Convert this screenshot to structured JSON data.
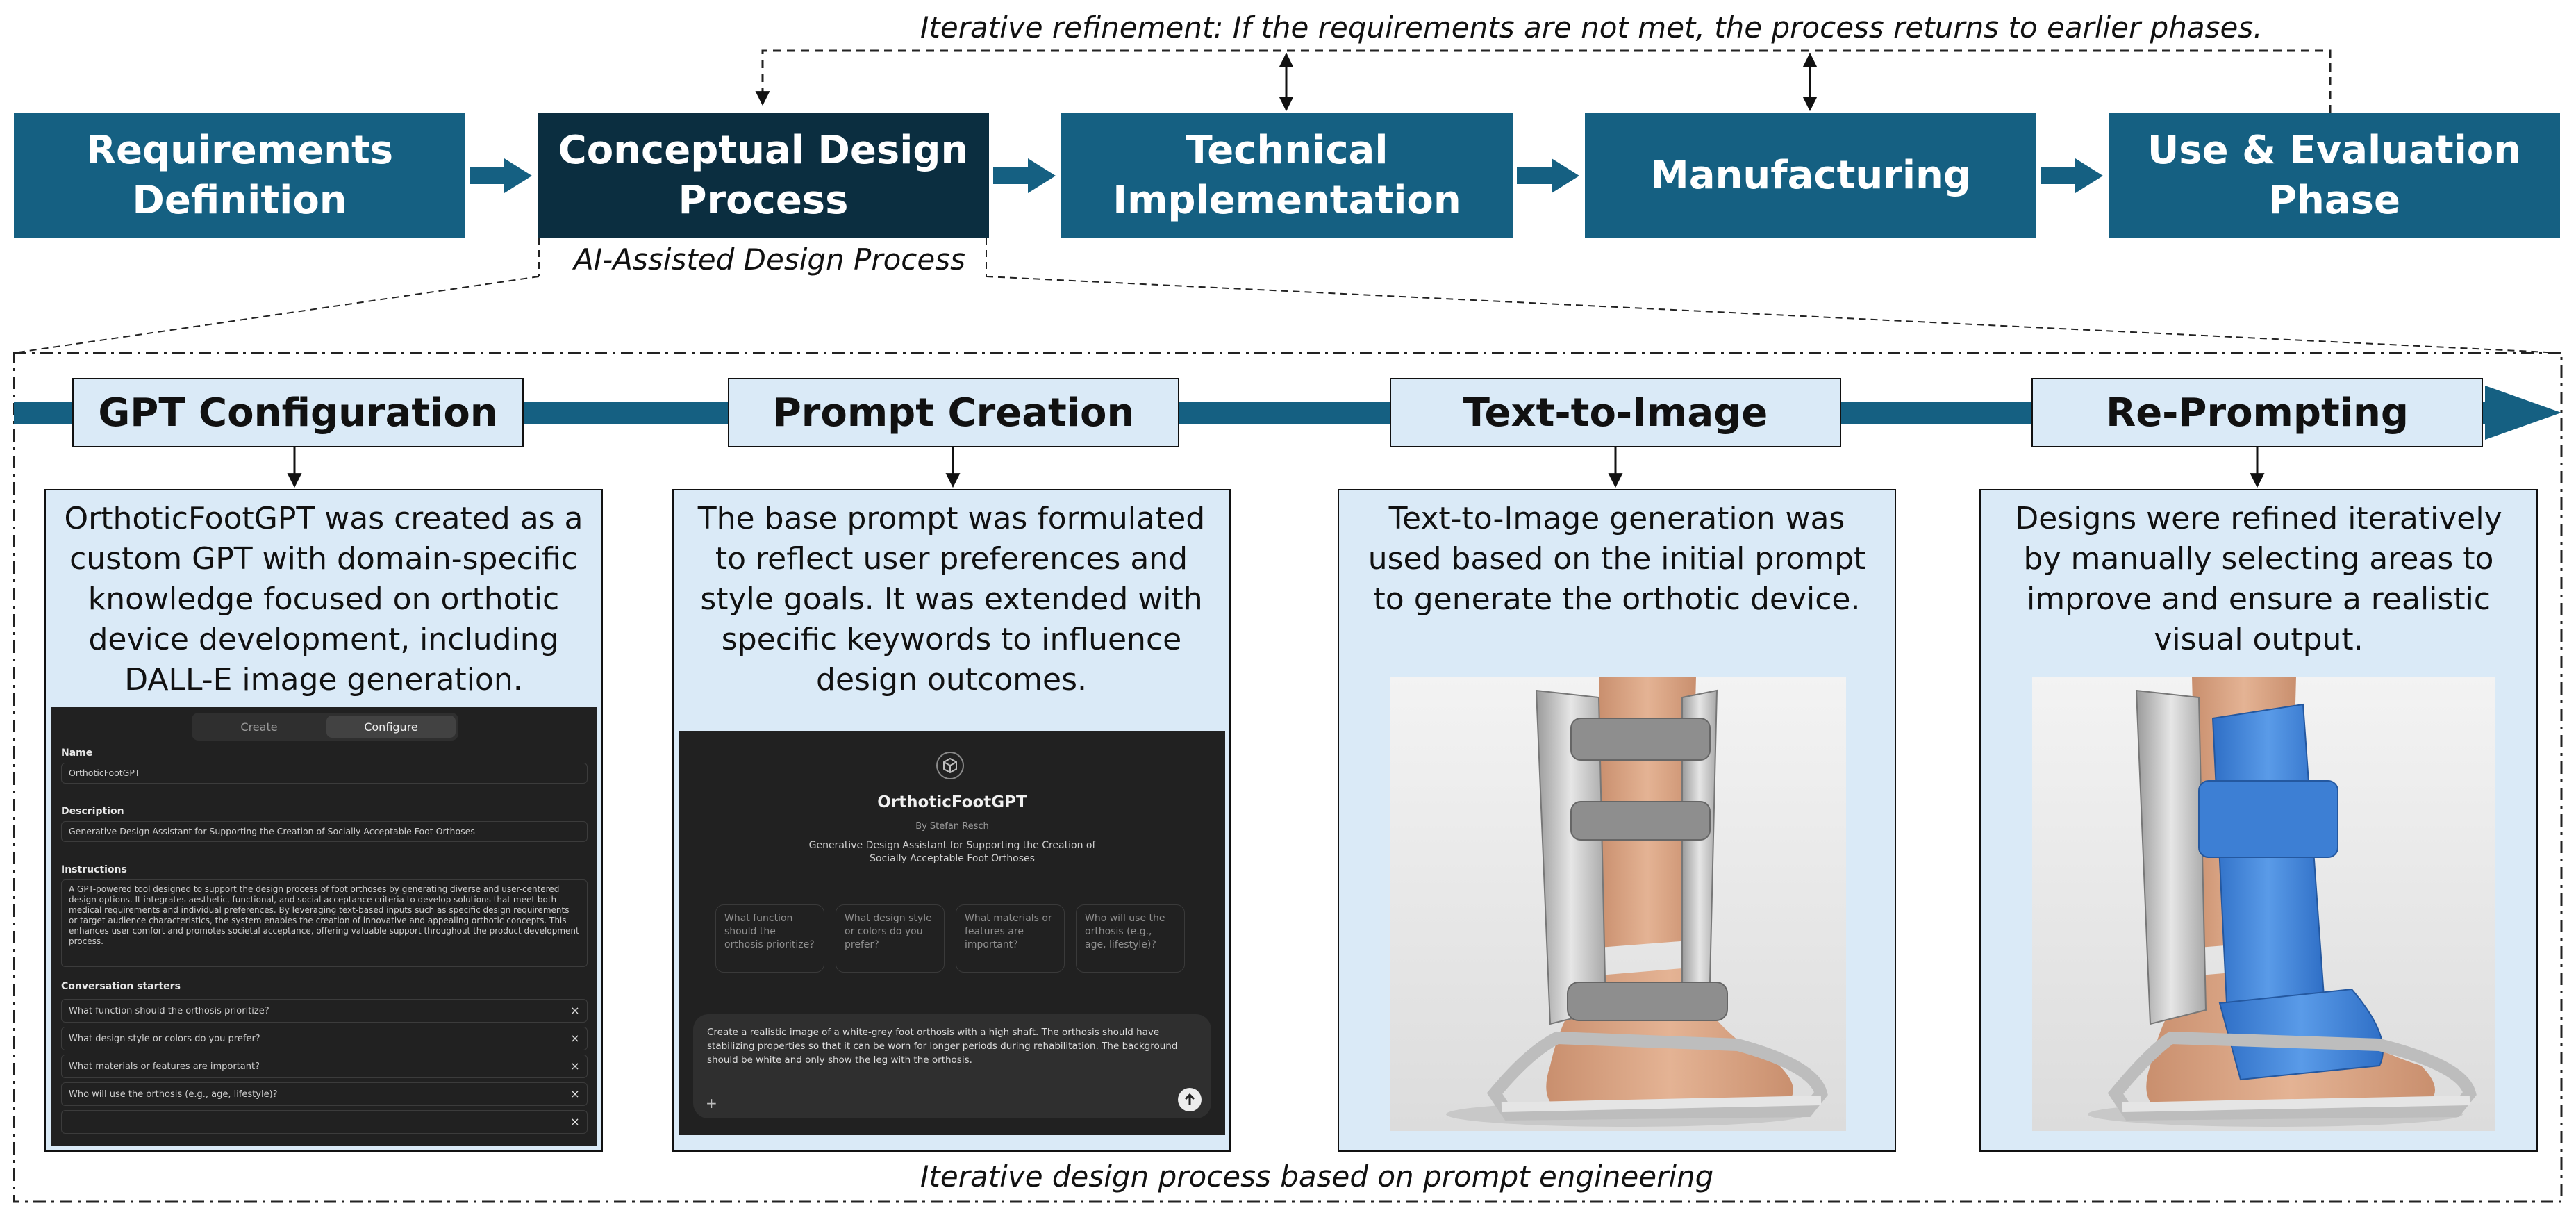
{
  "iteration_note": "Iterative refinement: If the requirements are not met, the process returns to earlier phases.",
  "phases": [
    {
      "label": "Requirements\nDefinition"
    },
    {
      "label": "Conceptual Design\nProcess"
    },
    {
      "label": "Technical\nImplementation"
    },
    {
      "label": "Manufacturing"
    },
    {
      "label": "Use & Evaluation\nPhase"
    }
  ],
  "ai_note": "AI-Assisted Design Process",
  "bottom_note": "Iterative design process based on prompt engineering",
  "steps": [
    {
      "label": "GPT Configuration",
      "text": "OrthoticFootGPT was created as a custom GPT with domain-specific knowledge focused on orthotic device development, including DALL-E image generation."
    },
    {
      "label": "Prompt Creation",
      "text": "The base prompt was formulated to reflect user preferences and style goals. It was extended with specific keywords to influence design outcomes."
    },
    {
      "label": "Text-to-Image",
      "text": "Text-to-Image generation was used based on the initial prompt to generate the orthotic device."
    },
    {
      "label": "Re-Prompting",
      "text": "Designs were refined iteratively by manually selecting areas to improve and ensure a realistic visual output."
    }
  ],
  "gpt_config": {
    "tab_create": "Create",
    "tab_configure": "Configure",
    "name_label": "Name",
    "name_value": "OrthoticFootGPT",
    "description_label": "Description",
    "description_value": "Generative Design Assistant for Supporting the Creation of Socially Acceptable Foot Orthoses",
    "instructions_label": "Instructions",
    "instructions_value": "A GPT-powered tool designed to support the design process of foot orthoses by generating diverse and user-centered design options. It integrates aesthetic, functional, and social acceptance criteria to develop solutions that meet both medical requirements and individual preferences. By leveraging text-based inputs such as specific design requirements or target audience characteristics, the system enables the creation of innovative and appealing orthotic concepts. This enhances user comfort and promotes societal acceptance, offering valuable support throughout the product development process.",
    "starters_label": "Conversation starters",
    "starters": [
      "What function should the orthosis prioritize?",
      "What design style or colors do you prefer?",
      "What materials or features are important?",
      "Who will use the orthosis (e.g., age, lifestyle)?",
      ""
    ],
    "remove_symbol": "×"
  },
  "chat_preview": {
    "title": "OrthoticFootGPT",
    "byline": "By Stefan Resch",
    "description": "Generative Design Assistant for Supporting the Creation of Socially Acceptable Foot Orthoses",
    "cards": [
      "What function should the orthosis prioritize?",
      "What design style or colors do you prefer?",
      "What materials or features are important?",
      "Who will use the orthosis (e.g., age, lifestyle)?"
    ],
    "prompt": "Create a realistic image of a white-grey foot orthosis with a high shaft. The orthosis should have stabilizing properties so that it can be worn for longer periods during rehabilitation. The background should be white and only show the leg with the orthosis.",
    "plus": "+"
  },
  "colors": {
    "phase": "#156082",
    "phase_active": "#0b2e40",
    "step_fill": "#daeaf7",
    "timeline": "#156082",
    "orthosis_blue": "#3d7fd4"
  }
}
